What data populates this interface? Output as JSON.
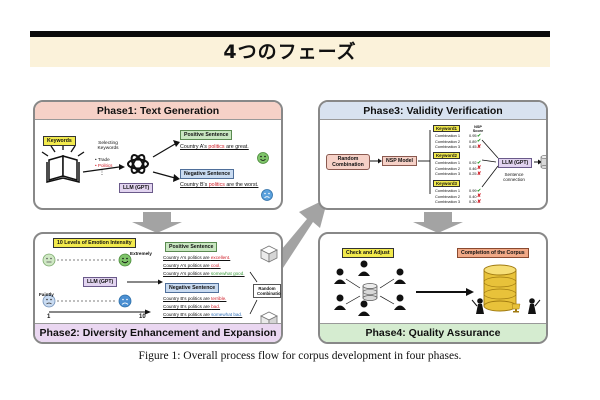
{
  "title": "4つのフェーズ",
  "phase1": {
    "title": "Phase1: Text Generation",
    "keywords_label": "Keywords",
    "selecting_label": "Selecting Keywords",
    "keyword_items": [
      "Trade",
      "Politics"
    ],
    "ellipsis": "⋮",
    "llm_label": "LLM (GPT)",
    "positive_label": "Positive Sentence",
    "negative_label": "Negative Sentence",
    "positive_sentence": {
      "pre": "Country A's ",
      "kw": "politics",
      "post": " are great."
    },
    "negative_sentence": {
      "pre": "Country B's ",
      "kw": "politics",
      "post": " are the worst."
    }
  },
  "phase2": {
    "title": "Phase2: Diversity Enhancement and Expansion",
    "intensity_label": "10 Levels of Emotion Intensity",
    "extremely": "Extremely",
    "faintly": "Faintly",
    "dots": "……",
    "scale_min": "1",
    "scale_max": "10",
    "llm_label": "LLM (GPT)",
    "positive_label": "Positive Sentence",
    "negative_label": "Negative Sentence",
    "positive_sentences": [
      {
        "pre": "Country A's politics are ",
        "adj": "excellent."
      },
      {
        "pre": "Country A's politics are ",
        "adj": "cool."
      },
      {
        "pre": "Country A's politics are ",
        "adj": "somewhat good."
      }
    ],
    "negative_sentences": [
      {
        "pre": "Country B's politics are ",
        "adj": "terrible."
      },
      {
        "pre": "Country B's politics are ",
        "adj": "bad."
      },
      {
        "pre": "Country B's politics are ",
        "adj": "somewhat bad."
      }
    ],
    "random_label": "Random Combination"
  },
  "phase3": {
    "title": "Phase3: Validity Verification",
    "random_label": "Random Combination",
    "nsp_label": "NSP Model",
    "nsp_score_label": "NSP Score",
    "groups": [
      {
        "label": "Keyword1",
        "rows": [
          {
            "name": "Combination 1",
            "score": "0.95",
            "ok": true
          },
          {
            "name": "Combination 2",
            "score": "0.89",
            "ok": true
          },
          {
            "name": "Combination 3",
            "score": "0.45",
            "ok": false
          }
        ]
      },
      {
        "label": "Keyword2",
        "rows": [
          {
            "name": "Combination 1",
            "score": "0.92",
            "ok": true
          },
          {
            "name": "Combination 2",
            "score": "0.46",
            "ok": false
          },
          {
            "name": "Combination 3",
            "score": "0.25",
            "ok": false
          }
        ]
      },
      {
        "label": "Keyword3",
        "rows": [
          {
            "name": "Combination 1",
            "score": "0.99",
            "ok": true
          },
          {
            "name": "Combination 2",
            "score": "0.40",
            "ok": false
          },
          {
            "name": "Combination 3",
            "score": "0.30",
            "ok": false
          }
        ]
      }
    ],
    "llm_label": "LLM (GPT)",
    "sentence_connection": "Sentence connection"
  },
  "phase4": {
    "title": "Phase4: Quality Assurance",
    "check_label": "Check and Adjust",
    "completion_label": "Completion of the Corpus"
  },
  "caption": "Figure 1: Overall process flow for corpus development in four phases.",
  "colors": {
    "red_header": "#f6d1c7",
    "blue_header": "#d8e2f0",
    "purple_header": "#ead7f1",
    "green_header": "#d5ecd0",
    "keyword_yellow": "#f2ea4d",
    "positive_green": "#c9e7c1",
    "negative_blue": "#c9dbf1",
    "llm_purple": "#e2d4f0",
    "completion_orange": "#f1a987",
    "highlight_red": "#d0202a",
    "arrow_gray": "#a3a3a3"
  },
  "icons": [
    "book-icon",
    "openai-logo-icon",
    "smiley-icon",
    "sad-face-icon",
    "database-icon",
    "person-icon",
    "trophy-icon",
    "check-icon",
    "cross-icon"
  ]
}
